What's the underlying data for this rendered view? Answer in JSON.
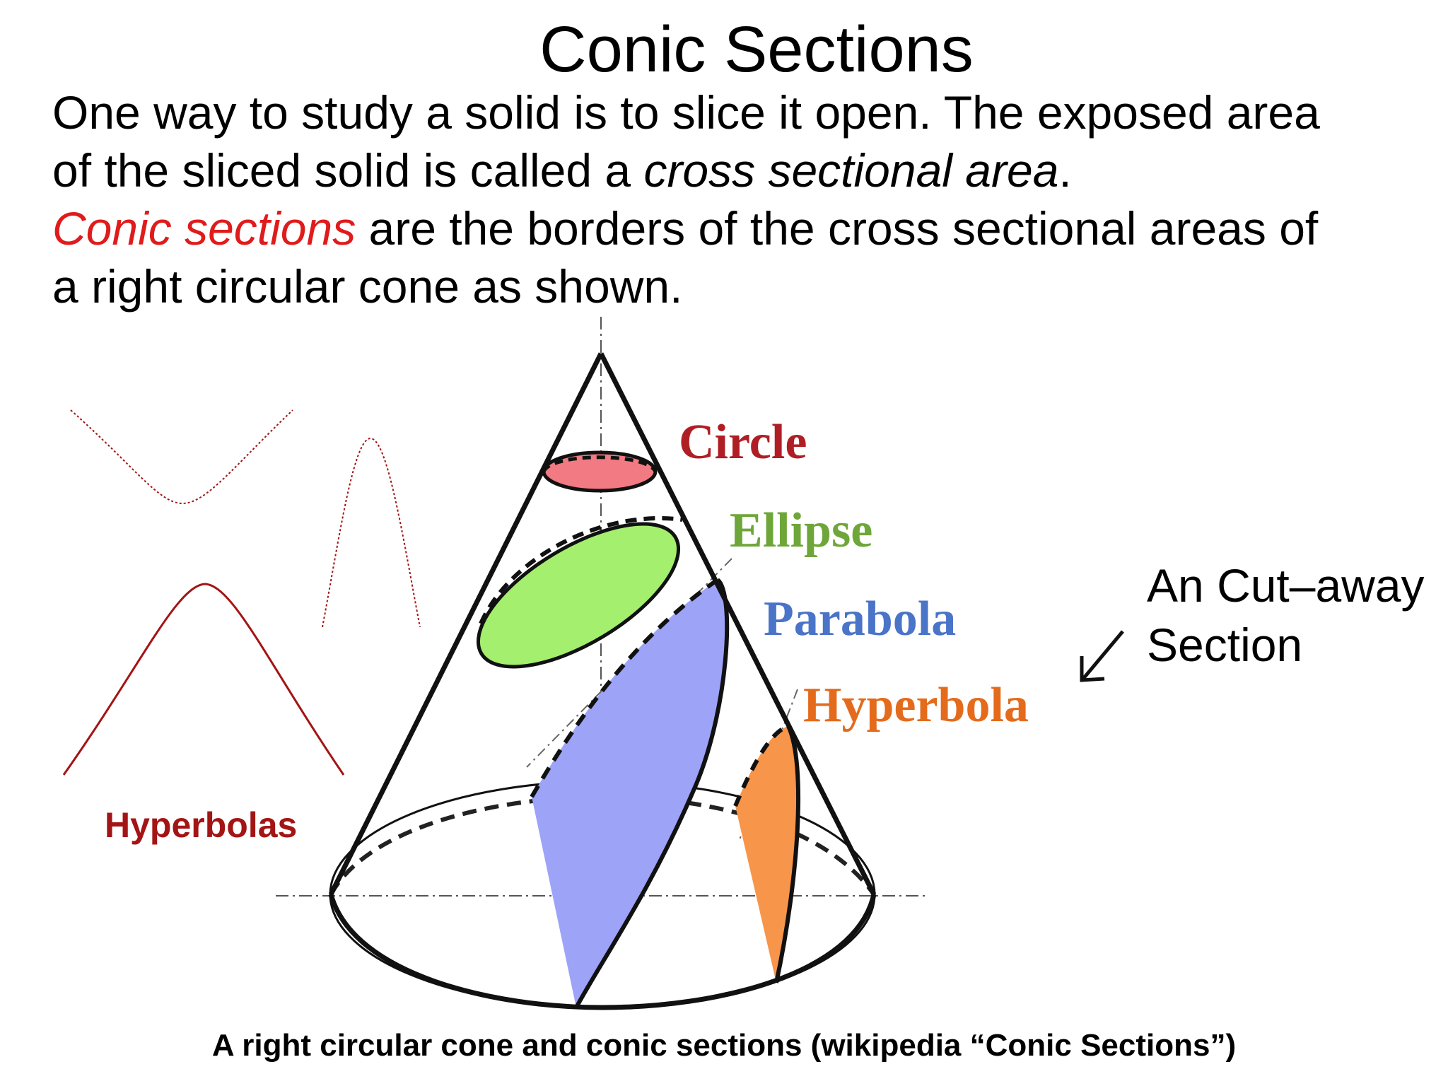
{
  "title": "Conic Sections",
  "intro": {
    "line1": "One way to study a solid is to slice it open. The exposed area",
    "line2_start": "of the sliced solid is called a ",
    "line2_italic": "cross sectional area",
    "line2_end": ".",
    "line3_red": "Conic sections",
    "line3_rest": " are the borders of the cross sectional areas of",
    "line4": "a right circular cone as shown."
  },
  "labels": {
    "circle": "Circle",
    "ellipse": "Ellipse",
    "parabola": "Parabola",
    "hyperbola": "Hyperbola",
    "hyperbolas": "Hyperbolas"
  },
  "cutaway": {
    "line1": "An Cut–away",
    "line2": "Section"
  },
  "caption": "A right circular cone and conic sections (wikipedia “Conic Sections”)",
  "colors": {
    "circle": "#f27a82",
    "circle_label": "#b01e25",
    "ellipse": "#a4ef6e",
    "ellipse_label": "#6fa63a",
    "parabola": "#9da3f7",
    "parabola_label": "#4a74c8",
    "hyperbola": "#f7954a",
    "hyperbola_label": "#e46b1c",
    "hyperbolas_curve": "#a31515",
    "highlight_red": "#e01b1b"
  }
}
